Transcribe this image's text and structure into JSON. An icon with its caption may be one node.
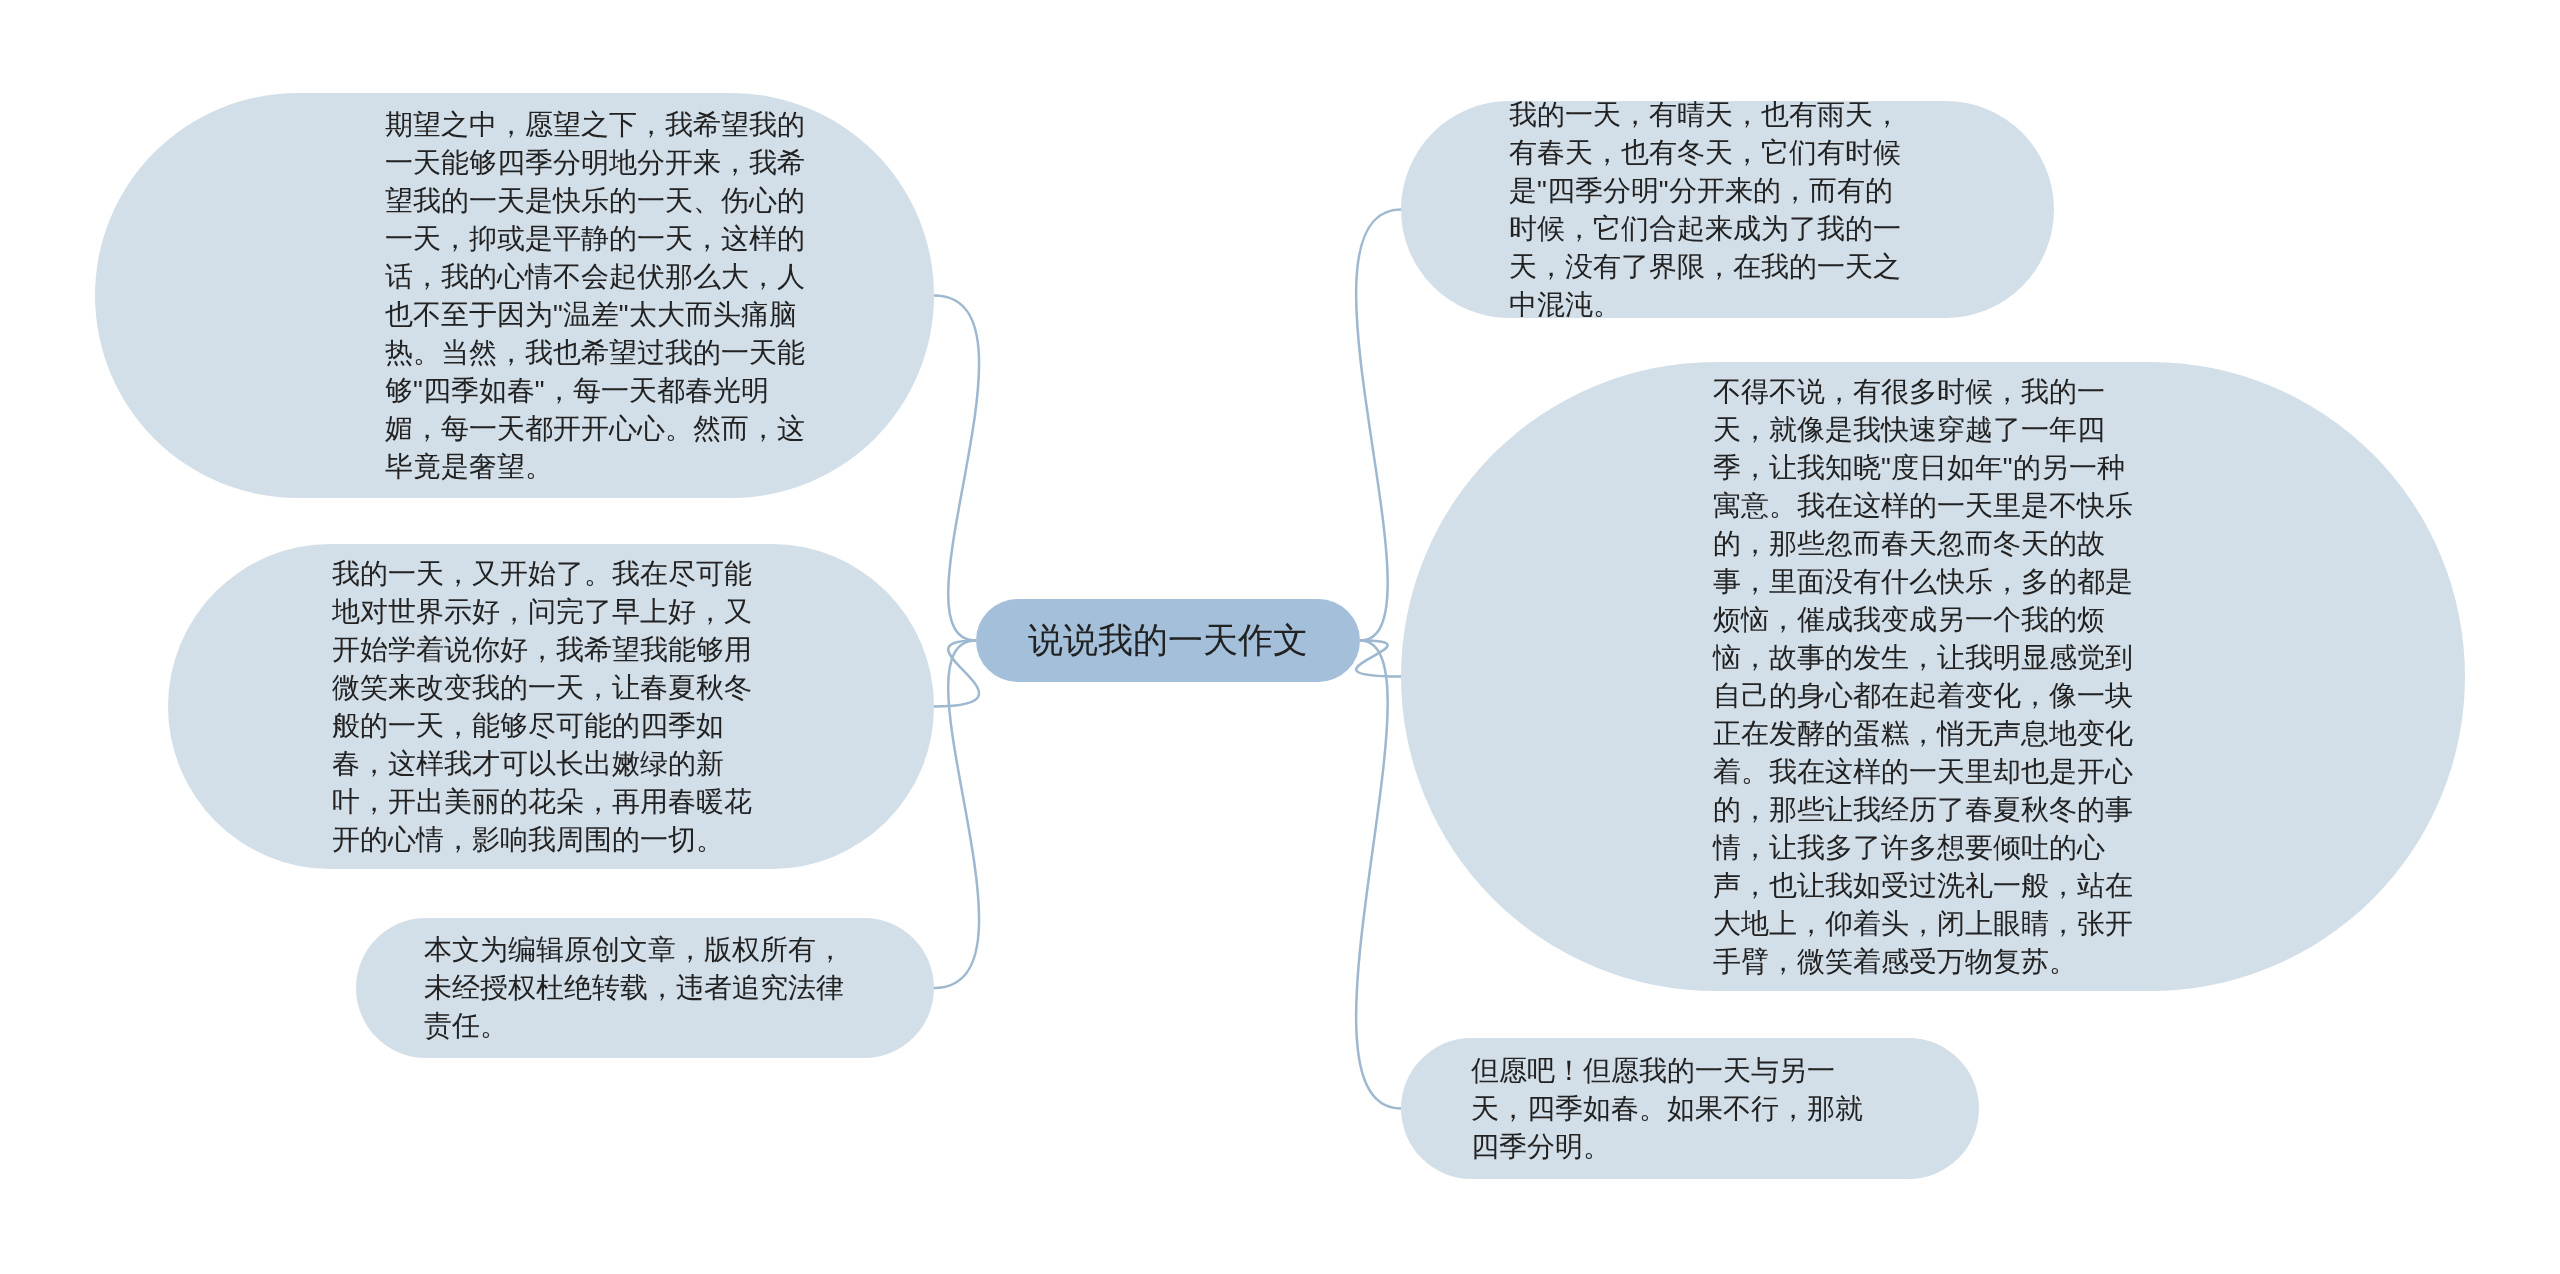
{
  "diagram": {
    "nodes": [
      {
        "text": [
          "说说我的一天作文"
        ]
      },
      {
        "text": [
          "期望之中，愿望之下，我希望我的一天能够四季分明地分开来，我希望我的一天是快乐的一天、伤心的一天，抑或是平静的一天，这样的话，我的心情不会起伏那么大，人也不至于因为\"温差\"太大而头痛脑热。当然，我也希望过我的一天能够\"四季如春\"，每一天都春光明媚，每一天都开开心心。然而，这毕竟是奢望。"
        ]
      },
      {
        "text": [
          "我的一天，又开始了。我在尽可能地对世界示好，问完了早上好，又开始学着说你好，我希望我能够用微笑来改变我的一天，让春夏秋冬般的一天，能够尽可能的四季如春，这样我才可以长出嫩绿的新叶，开出美丽的花朵，再用春暖花开的心情，影响我周围的一切。"
        ]
      },
      {
        "text": [
          "本文为编辑原创文章，版权所有，未经授权杜绝转载，违者追究法律责任。"
        ]
      },
      {
        "text": [
          "我的一天，有晴天，也有雨天，有春天，也有冬天，它们有时候是\"四季分明\"分开来的，而有的时候，它们合起来成为了我的一天，没有了界限，在我的一天之中混沌。"
        ]
      },
      {
        "text": [
          "不得不说，有很多时候，我的一天，就像是我快速穿越了一年四季，让我知晓\"度日如年\"的另一种寓意。我在这样的一天里是不快乐的，那些忽而春天忽而冬天的故事，里面没有什么快乐，多的都是烦恼，催成我变成另一个我的烦恼，故事的发生，让我明显感觉到自己的身心都在起着变化，像一块正在发酵的蛋糕，悄无声息地变化着。我在这样的一天里却也是开心的，那些让我经历了春夏秋冬的事情，让我多了许多想要倾吐的心声，也让我如受过洗礼一般，站在大地上，仰着头，闭上眼睛，张开手臂，微笑着感受万物复苏。"
        ]
      },
      {
        "text": [
          "但愿吧！但愿我的一天与另一天，四季如春。如果不行，那就四季分明。"
        ]
      }
    ],
    "edges": [
      {
        "from": 0,
        "to": 1,
        "arrow": "none"
      },
      {
        "from": 0,
        "to": 2,
        "arrow": "none"
      },
      {
        "from": 0,
        "to": 3,
        "arrow": "none"
      },
      {
        "from": 0,
        "to": 4,
        "arrow": "none"
      },
      {
        "from": 0,
        "to": 5,
        "arrow": "none"
      },
      {
        "from": 0,
        "to": 6,
        "arrow": "none"
      }
    ]
  }
}
